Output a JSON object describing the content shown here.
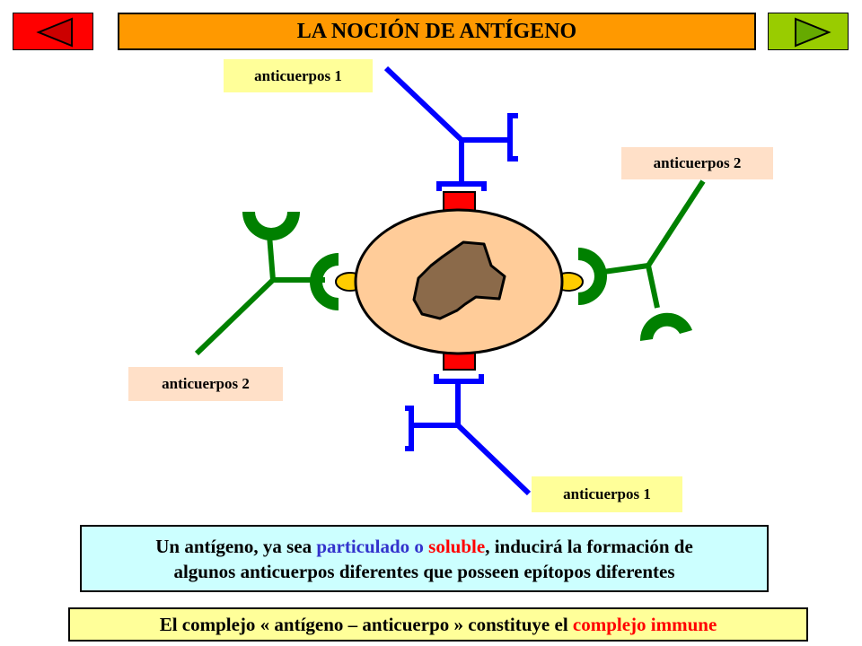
{
  "title": "LA NOCIÓN DE ANTÍGENO",
  "nav": {
    "prev_icon": "triangle-left-icon",
    "next_icon": "triangle-right-icon"
  },
  "labels": {
    "top": "anticuerpos 1",
    "right": "anticuerpos 2",
    "left": "anticuerpos 2",
    "bottom": "anticuerpos 1"
  },
  "info": {
    "part1": "Un antígeno,  ya sea ",
    "particulado": "particulado",
    "o": " o ",
    "soluble": "soluble",
    "part2": ", inducirá la formación de",
    "line2": "algunos anticuerpos diferentes que posseen epítopos diferentes"
  },
  "conclusion": {
    "part1": "El complejo « antígeno – anticuerpo » constituye el ",
    "highlight": "complejo immune"
  },
  "colors": {
    "prev_button": "#ff0000",
    "next_button": "#99cc00",
    "title_bg": "#ff9900",
    "antibody_1": "#0000ff",
    "antibody_2": "#008000",
    "cell": "#ffcc99",
    "nucleus": "#8b6a4a",
    "epitope_1": "#ff0000",
    "epitope_2": "#ffcc00"
  }
}
